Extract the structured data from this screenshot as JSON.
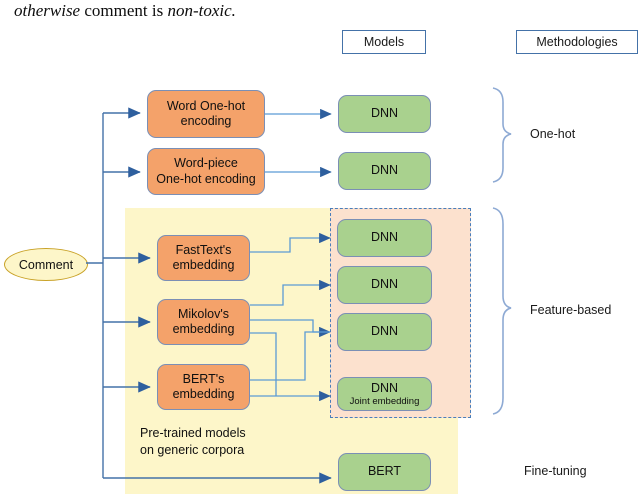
{
  "caption": {
    "prefix_italic": "otherwise",
    "mid": " comment is ",
    "suffix_italic": "non-toxic."
  },
  "headers": {
    "models": "Models",
    "methodologies": "Methodologies"
  },
  "input": {
    "label": "Comment"
  },
  "encodings": [
    {
      "id": "word-one-hot",
      "line1": "Word One-hot",
      "line2": "encoding"
    },
    {
      "id": "word-piece-one-hot",
      "line1": "Word-piece",
      "line2": "One-hot encoding"
    },
    {
      "id": "fasttext",
      "line1": "FastText's",
      "line2": "embedding"
    },
    {
      "id": "mikolov",
      "line1": "Mikolov's",
      "line2": "embedding"
    },
    {
      "id": "bert",
      "line1": "BERT's",
      "line2": "embedding"
    }
  ],
  "models": [
    {
      "id": "dnn-1",
      "label": "DNN",
      "sub": ""
    },
    {
      "id": "dnn-2",
      "label": "DNN",
      "sub": ""
    },
    {
      "id": "dnn-3",
      "label": "DNN",
      "sub": ""
    },
    {
      "id": "dnn-4",
      "label": "DNN",
      "sub": ""
    },
    {
      "id": "dnn-5",
      "label": "DNN",
      "sub": ""
    },
    {
      "id": "dnn-joint",
      "label": "DNN",
      "sub": "Joint embedding"
    },
    {
      "id": "bert-model",
      "label": "BERT",
      "sub": ""
    }
  ],
  "methodologies": [
    {
      "id": "one-hot",
      "label": "One-hot"
    },
    {
      "id": "feature-based",
      "label": "Feature-based"
    },
    {
      "id": "fine-tuning",
      "label": "Fine-tuning"
    }
  ],
  "annotations": {
    "pretrained_line1": "Pre-trained models",
    "pretrained_line2": "on generic corpora"
  },
  "colors": {
    "node_orange": "#f4a26a",
    "node_green": "#a9d18e",
    "region_yellow": "#fdf6c9",
    "region_peach": "#fce1ce",
    "connector_blue": "#5b9bd5",
    "arrow_blue": "#2e5f9e",
    "box_border": "#4472a8"
  }
}
